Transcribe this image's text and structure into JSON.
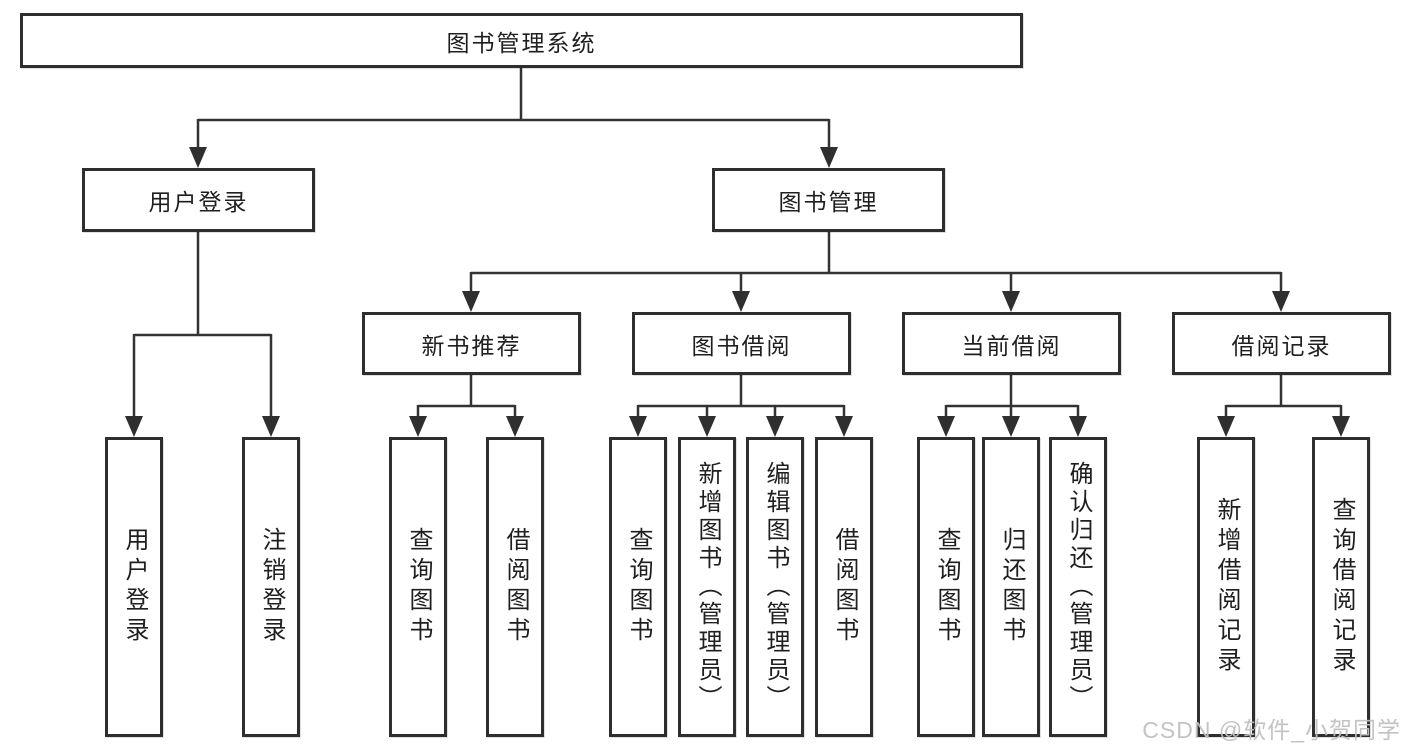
{
  "tree": {
    "label": "图书管理系统",
    "children": [
      {
        "label": "用户登录",
        "children": [
          {
            "label": "用户登录"
          },
          {
            "label": "注销登录"
          }
        ]
      },
      {
        "label": "图书管理",
        "children": [
          {
            "label": "新书推荐",
            "children": [
              {
                "label": "查询图书"
              },
              {
                "label": "借阅图书"
              }
            ]
          },
          {
            "label": "图书借阅",
            "children": [
              {
                "label": "查询图书"
              },
              {
                "label": "新增图书（管理员）"
              },
              {
                "label": "编辑图书（管理员）"
              },
              {
                "label": "借阅图书"
              }
            ]
          },
          {
            "label": "当前借阅",
            "children": [
              {
                "label": "查询图书"
              },
              {
                "label": "归还图书"
              },
              {
                "label": "确认归还（管理员）"
              }
            ]
          },
          {
            "label": "借阅记录",
            "children": [
              {
                "label": "新增借阅记录"
              },
              {
                "label": "查询借阅记录"
              }
            ]
          }
        ]
      }
    ]
  },
  "watermark": {
    "text": "CSDN @软件_小贺同学"
  },
  "colors": {
    "line": "#333333",
    "border": "#2e2e2e",
    "text": "#1f1f1f",
    "watermark": "#c0c0c0",
    "bg": "#ffffff"
  }
}
